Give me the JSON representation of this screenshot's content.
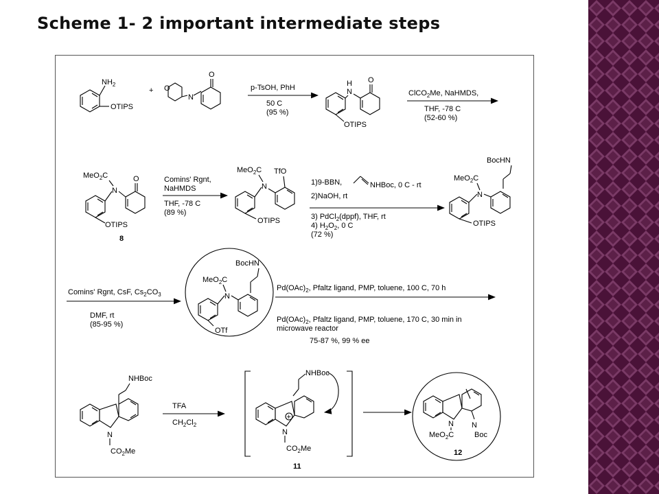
{
  "title": "Scheme 1- 2 important intermediate steps",
  "row1": {
    "aniline_sub": "NH",
    "aniline_sub2": "2",
    "aniline_otips": "OTIPS",
    "plus": "+",
    "morph_o": "O",
    "morph_n": "N",
    "ketone_o": "O",
    "arrow1_top": "p-TsOH, PhH",
    "arrow1_b1": "50 C",
    "arrow1_b2": "(95 %)",
    "prod1_h": "H",
    "prod1_n": "N",
    "prod1_o": "O",
    "prod1_otips": "OTIPS",
    "arrow2_top_a": "ClCO",
    "arrow2_top_sub": "2",
    "arrow2_top_b": "Me, NaHMDS,",
    "arrow2_b1": "THF, -78 C",
    "arrow2_b2": "(52-60 %)"
  },
  "row2": {
    "c8_meo2c_a": "MeO",
    "c8_meo2c_sub": "2",
    "c8_meo2c_b": "C",
    "c8_n": "N",
    "c8_o": "O",
    "c8_otips": "OTIPS",
    "c8_label": "8",
    "arrow3_t1": "Comins' Rgnt,",
    "arrow3_t2": "NaHMDS",
    "arrow3_b1": "THF, -78 C",
    "arrow3_b2": "(89 %)",
    "p2_meo2c_a": "MeO",
    "p2_meo2c_sub": "2",
    "p2_meo2c_b": "C",
    "p2_tfo": "TfO",
    "p2_n": "N",
    "p2_otips": "OTIPS",
    "arrow4_t1": "1)9-BBN,",
    "arrow4_t1b": "NHBoc, 0 C - rt",
    "arrow4_t2": "2)NaOH, rt",
    "arrow4_b1_a": "3) PdCl",
    "arrow4_b1_sub": "2",
    "arrow4_b1_b": "(dppf), THF, rt",
    "arrow4_b2_a": "4) H",
    "arrow4_b2_sub1": "2",
    "arrow4_b2_b": "O",
    "arrow4_b2_sub2": "2",
    "arrow4_b2_c": ", 0 C",
    "arrow4_b3": "(72 %)",
    "p3_bochn": "BocHN",
    "p3_meo2c_a": "MeO",
    "p3_meo2c_sub": "2",
    "p3_meo2c_b": "C",
    "p3_n": "N",
    "p3_otips": "OTIPS"
  },
  "row3": {
    "arrow5_t1_a": "Comins' Rgnt, CsF, Cs",
    "arrow5_t1_sub1": "2",
    "arrow5_t1_b": "CO",
    "arrow5_t1_sub2": "3",
    "arrow5_b1": "DMF, rt",
    "arrow5_b2": "(85-95 %)",
    "c_bochn": "BocHN",
    "c_meo2c_a": "MeO",
    "c_meo2c_sub": "2",
    "c_meo2c_b": "C",
    "c_n": "N",
    "c_otf": "OTf",
    "arrow6_t1_a": "Pd(OAc)",
    "arrow6_t1_sub": "2",
    "arrow6_t1_b": ", Pfaltz ligand, PMP, toluene, 100 C, 70 h",
    "arrow6_b1_a": "Pd(OAc)",
    "arrow6_b1_sub": "2",
    "arrow6_b1_b": ", Pfaltz ligand, PMP, toluene, 170 C, 30  min in",
    "arrow6_b2": "microwave reactor",
    "arrow6_b3": "75-87 %, 99 % ee"
  },
  "row4": {
    "s_nhboc": "NHBoc",
    "s_n": "N",
    "s_co2me_a": "CO",
    "s_co2me_sub": "2",
    "s_co2me_b": "Me",
    "arrow7_t": "TFA",
    "arrow7_b_a": "CH",
    "arrow7_b_sub1": "2",
    "arrow7_b_b": "Cl",
    "arrow7_b_sub2": "2",
    "i_nhboc": "NHBoc",
    "i_n": "N",
    "i_plus": "+",
    "i_co2me_a": "CO",
    "i_co2me_sub": "2",
    "i_co2me_b": "Me",
    "i_label": "11",
    "f_n": "N",
    "f_n2": "N",
    "f_boc": "Boc",
    "f_meo2c_a": "MeO",
    "f_meo2c_sub": "2",
    "f_meo2c_b": "C",
    "f_label": "12"
  },
  "colors": {
    "background": "#ffffff",
    "side_pattern_dark": "#4a1238",
    "side_pattern_light": "#7a3a66",
    "title": "#111111"
  }
}
